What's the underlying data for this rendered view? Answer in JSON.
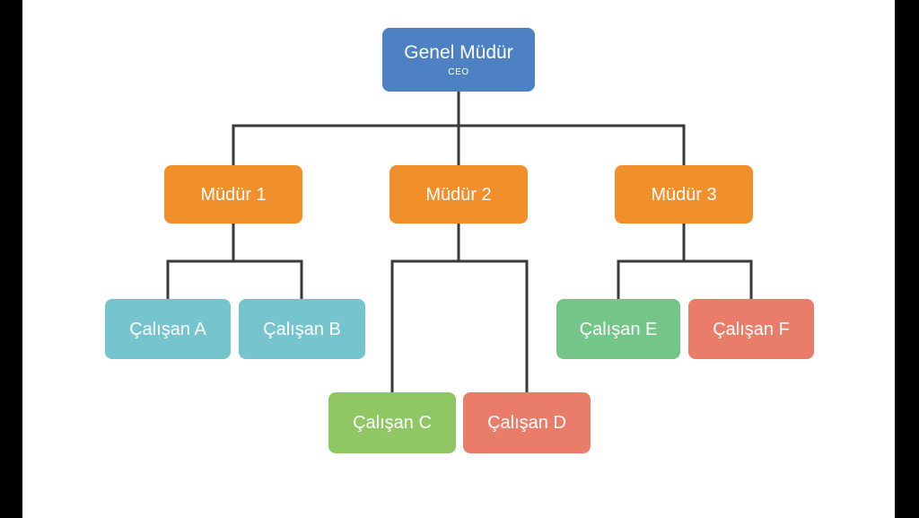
{
  "diagram": {
    "type": "org-chart",
    "background_color": "#ffffff",
    "letterbox_color": "#000000",
    "connector_color": "#3a3a3a",
    "nodes": {
      "ceo": {
        "label": "Genel Müdür",
        "sublabel": "CEO",
        "color": "#4d81c3"
      },
      "mudur1": {
        "label": "Müdür 1",
        "color": "#f18f2b"
      },
      "mudur2": {
        "label": "Müdür 2",
        "color": "#f18f2b"
      },
      "mudur3": {
        "label": "Müdür 3",
        "color": "#f18f2b"
      },
      "calisan_a": {
        "label": "Çalışan A",
        "color": "#76c5ce"
      },
      "calisan_b": {
        "label": "Çalışan B",
        "color": "#76c5ce"
      },
      "calisan_c": {
        "label": "Çalışan C",
        "color": "#8fc764"
      },
      "calisan_d": {
        "label": "Çalışan D",
        "color": "#ea7d69"
      },
      "calisan_e": {
        "label": "Çalışan E",
        "color": "#73c687"
      },
      "calisan_f": {
        "label": "Çalışan F",
        "color": "#ea7d69"
      }
    },
    "hierarchy": {
      "ceo": [
        "mudur1",
        "mudur2",
        "mudur3"
      ],
      "mudur1": [
        "calisan_a",
        "calisan_b"
      ],
      "mudur2": [
        "calisan_c",
        "calisan_d"
      ],
      "mudur3": [
        "calisan_e",
        "calisan_f"
      ]
    }
  }
}
